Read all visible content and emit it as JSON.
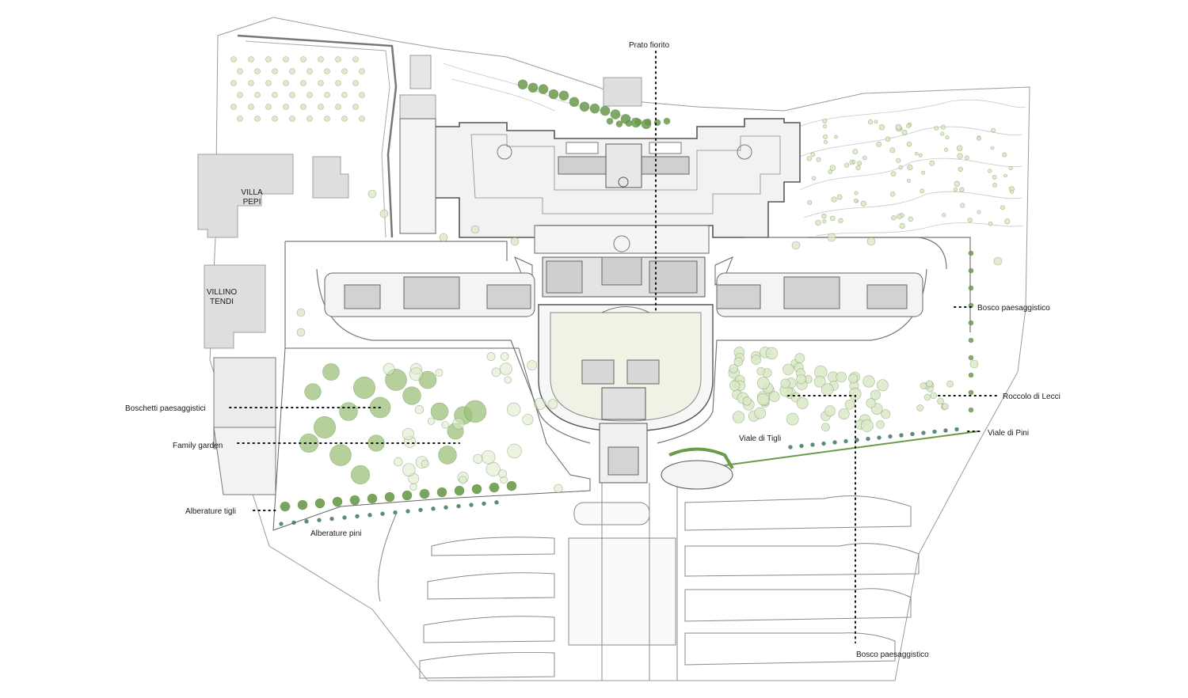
{
  "buildings": [
    {
      "id": "villa-pepi",
      "lines": [
        "VILLA",
        "PEPI"
      ]
    },
    {
      "id": "villino-tendi",
      "lines": [
        "VILLINO",
        "TENDI"
      ]
    }
  ],
  "labels": {
    "prato_fiorito": "Prato fiorito",
    "bosco_paesaggistico_right": "Bosco paesaggistico",
    "roccolo_di_lecci": "Roccolo di Lecci",
    "viale_di_tigli": "Viale di Tigli",
    "viale_di_pini": "Viale di Pini",
    "boschetti_paesaggistici": "Boschetti paesaggistici",
    "family_garden": "Family garden",
    "alberature_tigli": "Alberature tigli",
    "alberature_pini": "Alberature pini",
    "bosco_paesaggistico_bottom": "Bosco paesaggistico"
  },
  "colors": {
    "tree_dark": "#6a9a4a",
    "tree_mid": "#9ec07a",
    "tree_light": "#dbe9c8",
    "building_fill": "#dcdcdc",
    "line": "#8a8a8a",
    "leader": "#111111"
  }
}
